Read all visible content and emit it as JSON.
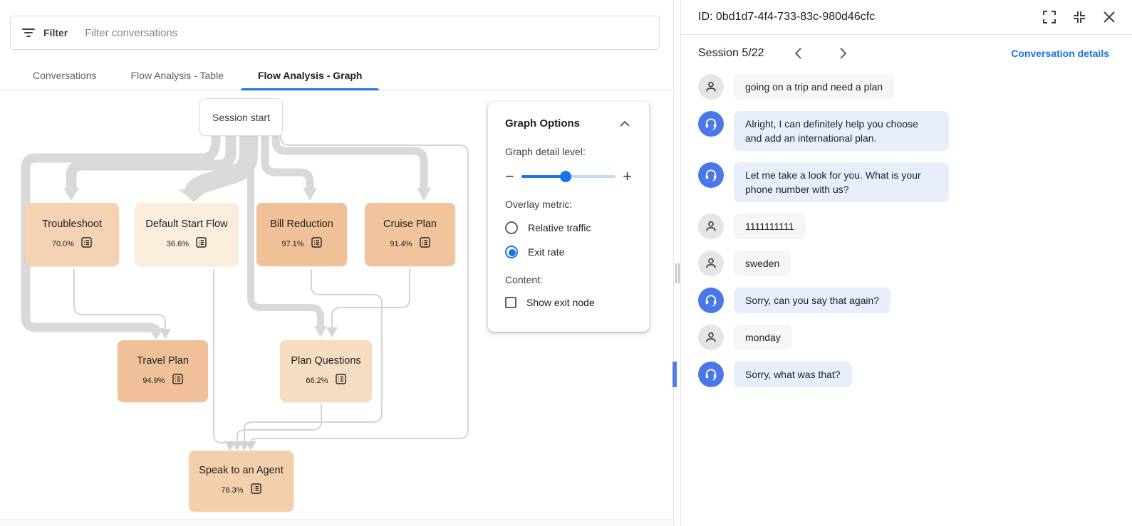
{
  "left_panel": {
    "filter": {
      "label": "Filter",
      "placeholder": "Filter conversations"
    },
    "tabs": [
      {
        "label": "Conversations",
        "active": false
      },
      {
        "label": "Flow Analysis - Table",
        "active": false
      },
      {
        "label": "Flow Analysis - Graph",
        "active": true
      }
    ],
    "graph": {
      "start_node_label": "Session start",
      "nodes": [
        {
          "label": "Troubleshoot",
          "exit_rate": "70.0%",
          "color": "#f5d2b2"
        },
        {
          "label": "Default Start Flow",
          "exit_rate": "36.6%",
          "color": "#fbeedd"
        },
        {
          "label": "Bill Reduction",
          "exit_rate": "97.1%",
          "color": "#f0c096"
        },
        {
          "label": "Cruise Plan",
          "exit_rate": "91.4%",
          "color": "#f1c49c"
        },
        {
          "label": "Travel Plan",
          "exit_rate": "94.9%",
          "color": "#f0c198"
        },
        {
          "label": "Plan Questions",
          "exit_rate": "66.2%",
          "color": "#f6dcc0"
        },
        {
          "label": "Speak to an Agent",
          "exit_rate": "78.3%",
          "color": "#f4cfab"
        }
      ]
    },
    "graph_options": {
      "title": "Graph Options",
      "detail_label": "Graph detail level:",
      "slider_percent": 47,
      "overlay_label": "Overlay metric:",
      "overlay_options": [
        {
          "label": "Relative traffic",
          "selected": false
        },
        {
          "label": "Exit rate",
          "selected": true
        }
      ],
      "content_label": "Content:",
      "content_checkbox": {
        "label": "Show exit node",
        "checked": false
      }
    }
  },
  "right_panel": {
    "header": {
      "id_label": "ID: 0bd1d7-4f4-733-83c-980d46cfc"
    },
    "session": {
      "label": "Session 5/22",
      "details_link": "Conversation details"
    },
    "messages": [
      {
        "sender": "user",
        "text": "going on a trip and need a plan",
        "highlighted": false
      },
      {
        "sender": "bot",
        "text": "Alright, I can definitely help you choose and add an international plan.",
        "highlighted": false
      },
      {
        "sender": "bot",
        "text": "Let me take a look for you. What is your phone number with us?",
        "highlighted": false
      },
      {
        "sender": "user",
        "text": "1111111111",
        "highlighted": false
      },
      {
        "sender": "user",
        "text": "sweden",
        "highlighted": false
      },
      {
        "sender": "bot",
        "text": "Sorry, can you say that again?",
        "highlighted": false
      },
      {
        "sender": "user",
        "text": "monday",
        "highlighted": false
      },
      {
        "sender": "bot",
        "text": "Sorry, what was that?",
        "highlighted": true
      }
    ]
  },
  "colors": {
    "accent_blue": "#1a73e8",
    "bot_avatar_blue": "#4a78e8",
    "bot_bubble": "#e8eefc",
    "user_bubble": "#f5f6f7",
    "edge_gray": "#d9d9d9",
    "highlight_bar": "#4e7fec"
  }
}
